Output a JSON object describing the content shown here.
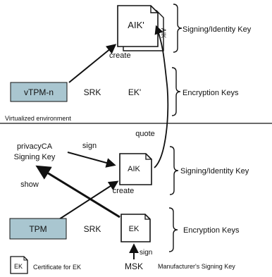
{
  "top": {
    "aik_prime_label": "AIK'",
    "aik_prime_cert_label": "AIK",
    "create_label": "create",
    "brace_signing_label": "Signing/Identity Key",
    "vtpm_label": "vTPM-n",
    "srk_label": "SRK",
    "ek_prime_label": "EK'",
    "brace_encryption_label": "Encryption Keys",
    "virtualized_label": "Virtualized environment"
  },
  "bottom": {
    "privacyca_line1": "privacyCA",
    "privacyca_line2": "Signing Key",
    "sign_label": "sign",
    "quote_label": "quote",
    "aik_label": "AIK",
    "brace_signing_label": "Signing/Identity Key",
    "show_label": "show",
    "create_label": "create",
    "tpm_label": "TPM",
    "srk_label": "SRK",
    "ek_label": "EK",
    "brace_encryption_label": "Encryption Keys",
    "msk_sign_label": "sign",
    "msk_label": "MSK",
    "msk_desc_label": "Manufacturer's Signing Key"
  },
  "legend": {
    "icon_label": "EK",
    "text": "Certificate for EK"
  },
  "colors": {
    "tpm_box_fill": "#a9c6d0",
    "stroke": "#111111"
  }
}
